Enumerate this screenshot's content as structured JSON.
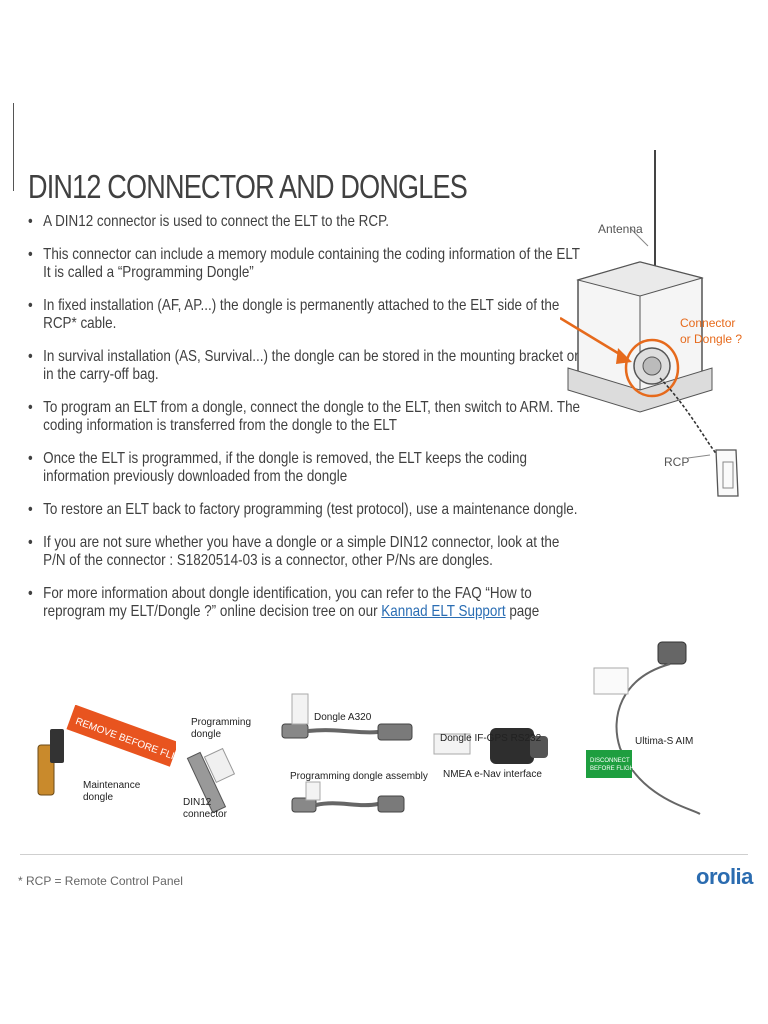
{
  "title": "DIN12 CONNECTOR AND DONGLES",
  "bullets": [
    "A DIN12 connector is used to connect the ELT to the RCP.",
    "This connector can include a memory module containing the coding information of the ELT",
    "It is called a “Programming Dongle”",
    "In fixed installation (AF, AP...) the dongle is permanently attached to the ELT side of the RCP* cable.",
    "In survival installation (AS, Survival...) the dongle can be stored in the mounting bracket or in the carry-off bag.",
    "To program an ELT from a dongle, connect the dongle to the ELT, then switch to ARM. The coding information is transferred from the dongle to the ELT",
    "Once the ELT is programmed, if the dongle is removed, the ELT keeps the coding information previously downloaded from the dongle",
    "To restore an ELT back to factory programming (test protocol), use a maintenance dongle.",
    "If you are not sure whether you have a dongle or a simple DIN12 connector, look at the P/N of the connector : S1820514-03 is a connector, other P/Ns are dongles.",
    "For more information about dongle identification, you can refer to the FAQ “How to reprogram my ELT/Dongle ?” online decision tree on our",
    "Kannad ELT Support",
    "page"
  ],
  "diagram": {
    "antenna": "Antenna",
    "connector_line1": "Connector",
    "connector_line2": "or Dongle ?",
    "rcp": "RCP",
    "accent_color": "#e66a1c"
  },
  "photos": {
    "maintenance_1": "Maintenance",
    "maintenance_2": "dongle",
    "programming_1": "Programming",
    "programming_2": "dongle",
    "din12_1": "DIN12",
    "din12_2": "connector",
    "dongle_a320": "Dongle A320",
    "prog_assembly": "Programming dongle assembly",
    "dongle_if_gps": "Dongle IF-GPS RS232",
    "nmea": "NMEA e-Nav interface",
    "ultima": "Ultima-S AIM",
    "tag_text": "REMOVE BEFORE FLIGHT",
    "green_tag_1": "DISCONNECT",
    "green_tag_2": "BEFORE FLIGHT"
  },
  "footnote": "* RCP = Remote Control Panel",
  "logo": "orolia"
}
